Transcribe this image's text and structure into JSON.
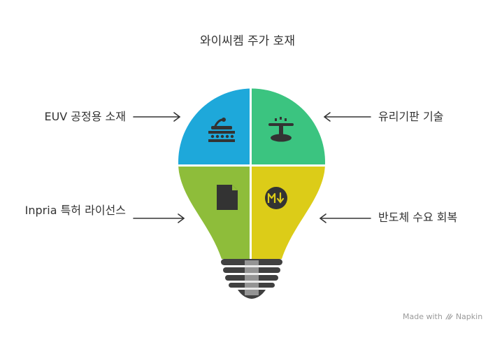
{
  "title": "와이씨켐 주가 호재",
  "quadrants": [
    {
      "label": "EUV 공정용 소재",
      "icon": "factory-icon",
      "color": "#1EA8DA"
    },
    {
      "label": "유리기판 기술",
      "icon": "fountain-icon",
      "color": "#3BC480"
    },
    {
      "label": "Inpria 특허 라이선스",
      "icon": "document-icon",
      "color": "#8EBD3A"
    },
    {
      "label": "반도체 수요 회복",
      "icon": "markdown-down-icon",
      "color": "#DCCC18"
    }
  ],
  "watermark": {
    "text": "Made with",
    "brand": "Napkin",
    "icon": "napkin-icon"
  }
}
